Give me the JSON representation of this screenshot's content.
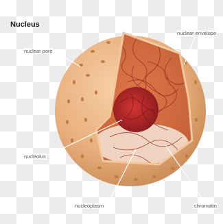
{
  "title": "Nucleus",
  "labels": {
    "nuclear_pore": "nuclear pore",
    "nuclear_envelope": "nuclear envelope",
    "nucleolus": "nucleolus",
    "nucleoplasm": "nucleoplasm",
    "chromatin": "chromatin"
  },
  "colors": {
    "envelope": "#e9b07e",
    "envelope_shadow": "#d28f5a",
    "pore": "#c07a45",
    "interior": "#d97a4a",
    "nucleolus": "#b3262a",
    "nucleoplasm": "#f0d3c0",
    "chromatin": "#a83a2b",
    "leader": "#ffffff"
  }
}
